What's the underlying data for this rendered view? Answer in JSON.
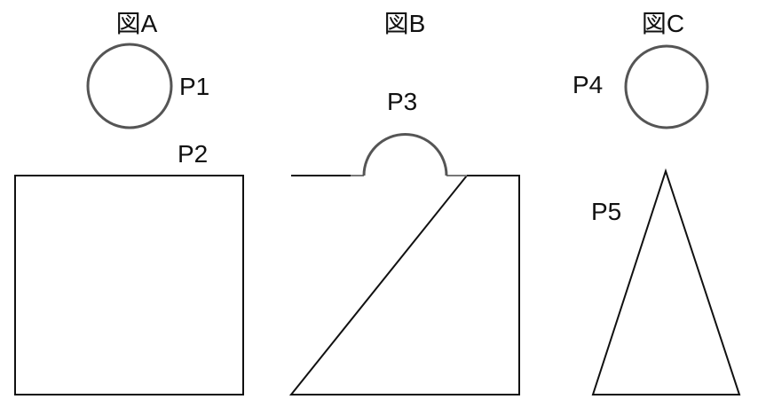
{
  "figures": [
    {
      "title": "図A",
      "parts": [
        {
          "label": "P1",
          "shape": "circle"
        },
        {
          "label": "P2",
          "shape": "square"
        }
      ]
    },
    {
      "title": "図B",
      "parts": [
        {
          "label": "P3",
          "shape": "square with semicircular bump on top"
        }
      ]
    },
    {
      "title": "図C",
      "parts": [
        {
          "label": "P4",
          "shape": "circle"
        },
        {
          "label": "P5",
          "shape": "triangle"
        }
      ]
    }
  ],
  "colors": {
    "circle_stroke": "#555555",
    "outline_stroke": "#111111",
    "text": "#111111",
    "background": "#ffffff"
  }
}
